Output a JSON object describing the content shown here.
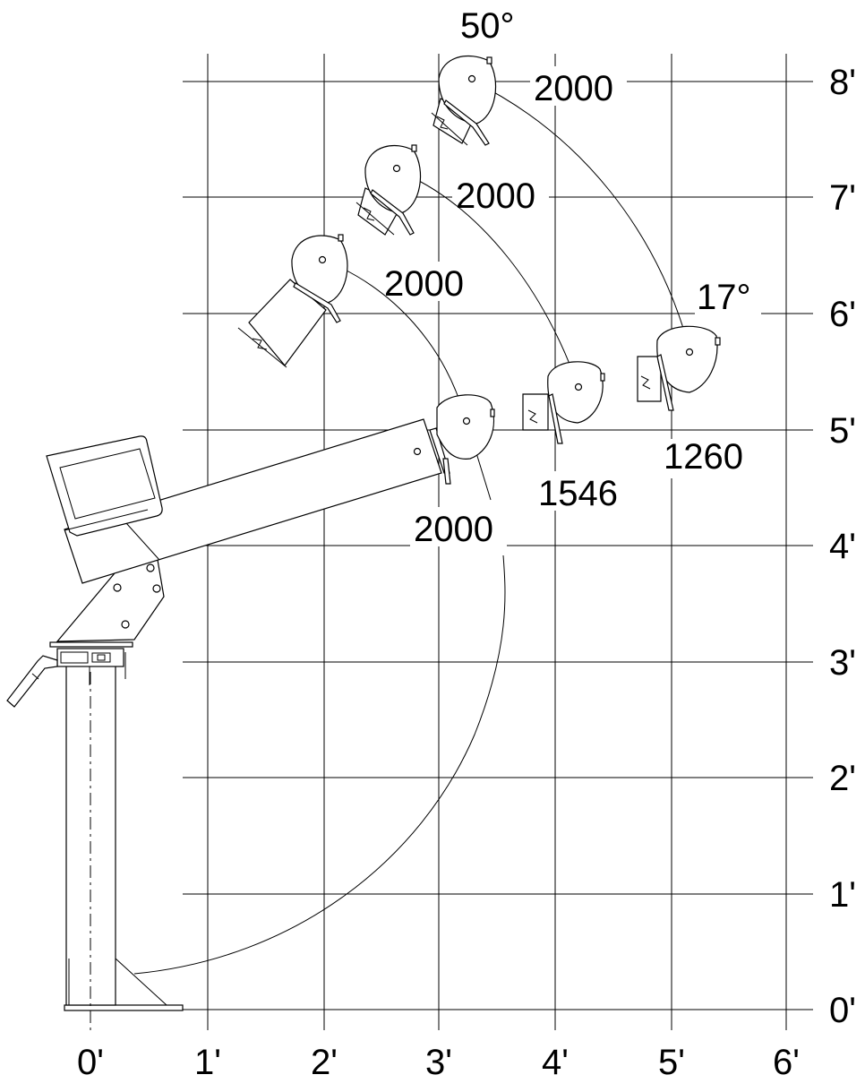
{
  "x_axis_labels": [
    "0'",
    "1'",
    "2'",
    "3'",
    "4'",
    "5'",
    "6'"
  ],
  "y_axis_labels": [
    "0'",
    "1'",
    "2'",
    "3'",
    "4'",
    "5'",
    "6'",
    "7'",
    "8'"
  ],
  "capacity_labels": {
    "top": "2000",
    "upper": "2000",
    "middle": "2000",
    "horizontal": "2000",
    "extended_1": "1546",
    "extended_2": "1260"
  },
  "angle_labels": {
    "max": "50°",
    "min": "17°"
  }
}
